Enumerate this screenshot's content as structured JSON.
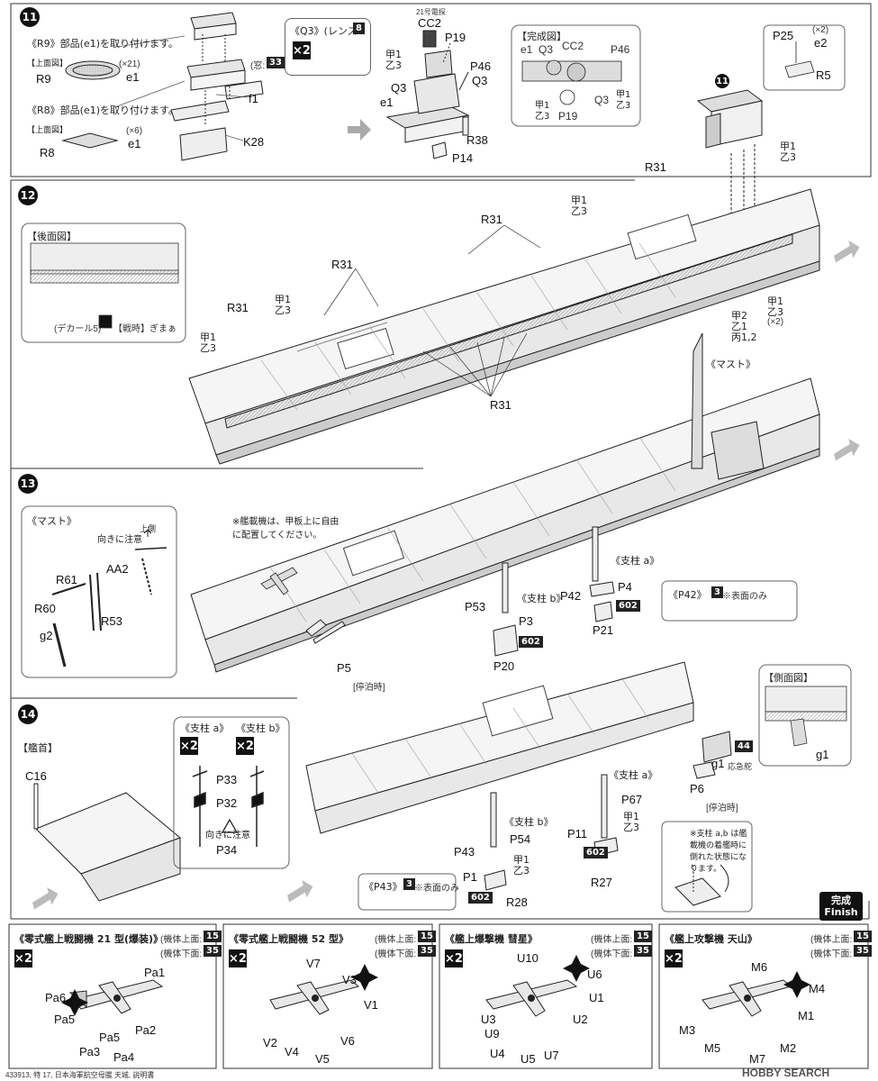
{
  "steps": {
    "s11": {
      "num": "11"
    },
    "s12": {
      "num": "12"
    },
    "s13": {
      "num": "13"
    },
    "s14": {
      "num": "14"
    }
  },
  "step11": {
    "r9_note": "《R9》部品(e1)を取り付けます。",
    "r9_top_view": "【上面図】",
    "r9_count": "(×21)",
    "r8_note": "《R8》部品(e1)を取り付けます。",
    "r8_top_view": "【上面図】",
    "r8_count": "(×6)",
    "window_note": "(窓:",
    "window_badge": "33",
    "lens_title": "《Q3》(レンズ:",
    "lens_badge": "8",
    "radar_note": "21号電探",
    "complete_title": "【完成図】",
    "mult": "×2",
    "labels": {
      "R9": "R9",
      "e1a": "e1",
      "R8": "R8",
      "e1b": "e1",
      "f1": "f1",
      "K28": "K28",
      "CC2": "CC2",
      "P19": "P19",
      "P46": "P46",
      "Q3a": "Q3",
      "Q3b": "Q3",
      "e1c": "e1",
      "kou1": "甲1",
      "otsu3": "乙3",
      "R38": "R38",
      "P14": "P14",
      "P25": "P25",
      "e2": "e2",
      "R5": "R5",
      "e2count": "(×2)"
    },
    "complete_labels": {
      "e1": "e1",
      "Q3": "Q3",
      "CC2": "CC2",
      "P46": "P46",
      "kou1a": "甲1",
      "otsu3a": "乙3",
      "P19": "P19",
      "Q3b": "Q3",
      "kou1b": "甲1",
      "otsu3b": "乙3"
    }
  },
  "step12": {
    "rear_view": "【後面図】",
    "decal_note": "(デカール5)",
    "battle_note": "【戦時】ぎまぁ",
    "labels": {
      "R31a": "R31",
      "R31b": "R31",
      "R31c": "R31",
      "R31d": "R31",
      "R31e": "R31",
      "kou1a": "甲1",
      "otsu3a": "乙3",
      "kou1b": "甲1",
      "otsu3b": "乙3",
      "kou1c": "甲1",
      "otsu3c": "乙3",
      "kou1d": "甲1",
      "otsu3d": "乙3",
      "x2": "(×2)",
      "kou2": "甲2",
      "otsu1": "乙1",
      "hei12": "丙1,2",
      "kou1e": "甲1",
      "otsu3e": "乙3",
      "step_ref": "11"
    }
  },
  "step13": {
    "mast_title": "《マスト》",
    "mast_label": "《マスト》",
    "caution": "向きに注意",
    "top_side": "上側",
    "aircraft_note": "※艦載機は、甲板上に自由に配置してください。",
    "strut_a": "《支柱 a》",
    "strut_b": "《支柱 b》",
    "moored": "[停泊時]",
    "p42_title": "《P42》",
    "p42_badge": "3",
    "p42_note": "※表面のみ",
    "badge602a": "602",
    "badge602b": "602",
    "labels": {
      "AA2": "AA2",
      "R61": "R61",
      "R60": "R60",
      "R53": "R53",
      "g2": "g2",
      "P4": "P4",
      "P21": "P21",
      "P42": "P42",
      "P53": "P53",
      "P3": "P3",
      "P20": "P20",
      "P5": "P5"
    }
  },
  "step14": {
    "bow_title": "【艦首】",
    "side_view": "【側面図】",
    "strut_a": "《支柱 a》",
    "strut_b": "《支柱 b》",
    "strut_a2": "《支柱 a》",
    "strut_b2": "《支柱 b》",
    "caution": "向きに注意",
    "p43_title": "《P43》",
    "p43_badge": "3",
    "p43_note": "※表面のみ",
    "fold_note": "※支柱 a,b は艦載機の着艦時に倒れた状態になります。",
    "moored": "[停泊時]",
    "emergency": "応急舵",
    "badge44": "44",
    "badge602a": "602",
    "badge602b": "602",
    "mult_a": "×2",
    "mult_b": "×2",
    "finish_jp": "完成",
    "finish_en": "Finish",
    "labels": {
      "C16": "C16",
      "P33": "P33",
      "P32": "P32",
      "P34": "P34",
      "P43": "P43",
      "P54": "P54",
      "kou1": "甲1",
      "otsu3": "乙3",
      "P1": "P1",
      "R28": "R28",
      "P11": "P11",
      "P67": "P67",
      "kou1b": "甲1",
      "otsu3b": "乙3",
      "R27": "R27",
      "g1a": "g1",
      "P6": "P6",
      "g1b": "g1"
    }
  },
  "aircraft": [
    {
      "title": "《零式艦上戦闘機 21 型(爆装)》",
      "body_top": "(機体上面:",
      "badge_top": "15",
      "body_bottom": "(機体下面:",
      "badge_bottom": "35",
      "mult": "×2",
      "parts": [
        "Pa1",
        "Pa6",
        "Pa5",
        "Pa2",
        "Pa5",
        "Pa3",
        "Pa4"
      ]
    },
    {
      "title": "《零式艦上戦闘機 52 型》",
      "body_top": "(機体上面:",
      "badge_top": "15",
      "body_bottom": "(機体下面:",
      "badge_bottom": "35",
      "mult": "×2",
      "parts": [
        "V7",
        "V3",
        "V1",
        "V2",
        "V4",
        "V6",
        "V5"
      ]
    },
    {
      "title": "《艦上爆撃機 彗星》",
      "body_top": "(機体上面:",
      "badge_top": "15",
      "body_bottom": "(機体下面:",
      "badge_bottom": "35",
      "mult": "×2",
      "parts": [
        "U10",
        "U6",
        "U1",
        "U3",
        "U9",
        "U2",
        "U4",
        "U5",
        "U7"
      ]
    },
    {
      "title": "《艦上攻撃機 天山》",
      "body_top": "(機体上面:",
      "badge_top": "15",
      "body_bottom": "(機体下面:",
      "badge_bottom": "35",
      "mult": "×2",
      "parts": [
        "M6",
        "M4",
        "M1",
        "M3",
        "M5",
        "M7",
        "M2"
      ]
    }
  ],
  "footer": {
    "fine_print": "433913, 特 17, 日本海軍航空母艦 天城, 説明書",
    "watermark": "HOBBY SEARCH"
  }
}
